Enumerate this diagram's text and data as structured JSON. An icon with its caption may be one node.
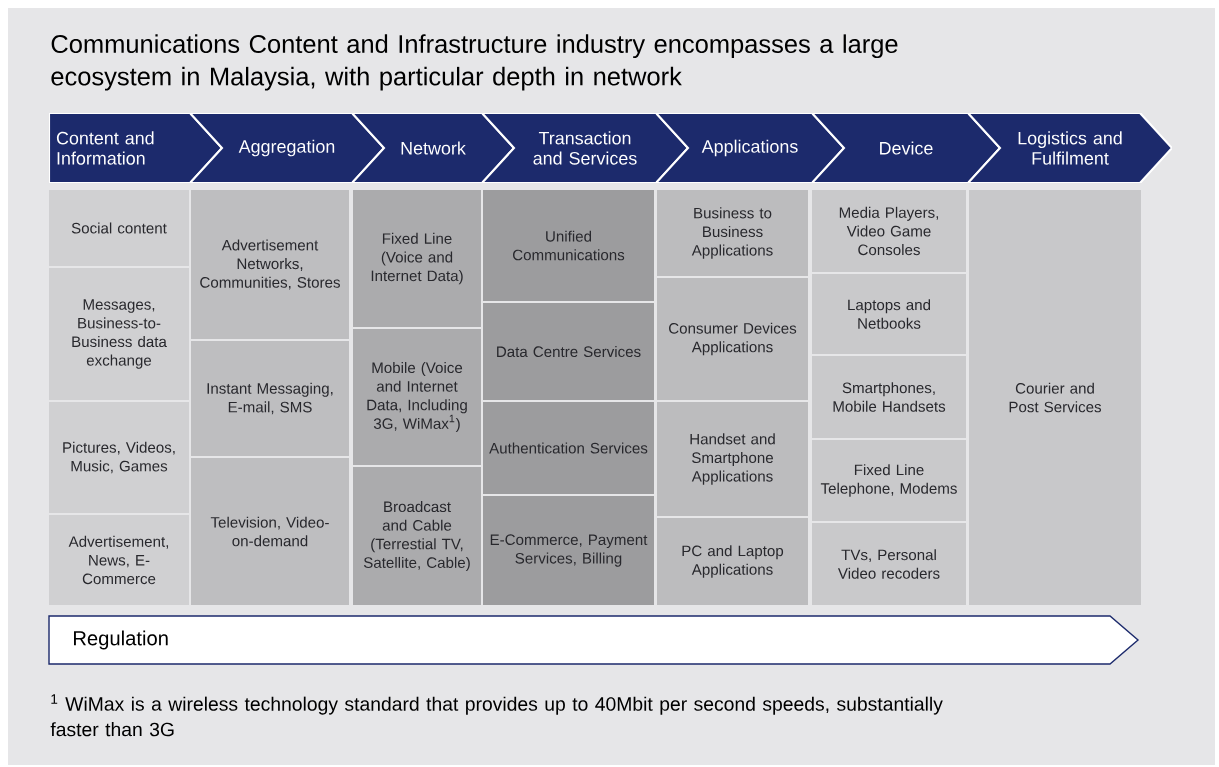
{
  "diagram": {
    "title": "Communications Content and Infrastructure industry encompasses a large ecosystem in Malaysia, with particular depth in network",
    "nodes": [
      {
        "text": [
          "Content and Information"
        ]
      },
      {
        "text": [
          "Aggregation"
        ]
      },
      {
        "text": [
          "Network"
        ]
      },
      {
        "text": [
          "Transaction and Services"
        ]
      },
      {
        "text": [
          "Applications"
        ]
      },
      {
        "text": [
          "Device"
        ]
      },
      {
        "text": [
          "Logistics and Fulfilment"
        ]
      },
      {
        "text": [
          "Social content"
        ]
      },
      {
        "text": [
          "Messages, Business-to-Business data exchange"
        ]
      },
      {
        "text": [
          "Pictures, Videos, Music, Games"
        ]
      },
      {
        "text": [
          "Advertisement, News, E-Commerce"
        ]
      },
      {
        "text": [
          "Advertisement Networks, Communities, Stores"
        ]
      },
      {
        "text": [
          "Instant Messaging, E-mail, SMS"
        ]
      },
      {
        "text": [
          "Television, Video-on-demand"
        ]
      },
      {
        "text": [
          "Fixed Line (Voice and Internet Data)"
        ]
      },
      {
        "text": [
          "Mobile (Voice and Internet Data, Including 3G, WiMax$^{1}$)"
        ]
      },
      {
        "text": [
          "Broadcast and Cable (Terrestial TV, Satellite, Cable)"
        ]
      },
      {
        "text": [
          "Unified Communications"
        ]
      },
      {
        "text": [
          "Data Centre Services"
        ]
      },
      {
        "text": [
          "Authentication Services"
        ]
      },
      {
        "text": [
          "E-Commerce, Payment Services, Billing"
        ]
      },
      {
        "text": [
          "Business to Business Applications"
        ]
      },
      {
        "text": [
          "Consumer Devices Applications"
        ]
      },
      {
        "text": [
          "Handset and Smartphone Applications"
        ]
      },
      {
        "text": [
          "PC and Laptop Applications"
        ]
      },
      {
        "text": [
          "Media Players, Video Game Consoles"
        ]
      },
      {
        "text": [
          "Laptops and Netbooks"
        ]
      },
      {
        "text": [
          "Smartphones, Mobile Handsets"
        ]
      },
      {
        "text": [
          "Fixed Line Telephone, Modems"
        ]
      },
      {
        "text": [
          "TVs, Personal Video recoders"
        ]
      },
      {
        "text": [
          "Courier and Post Services"
        ]
      },
      {
        "text": [
          "Regulation"
        ]
      }
    ],
    "labels": [
      "$^{1}$ WiMax is a wireless technology standard that provides up to 40Mbit per second speeds, substantially faster than 3G"
    ]
  }
}
